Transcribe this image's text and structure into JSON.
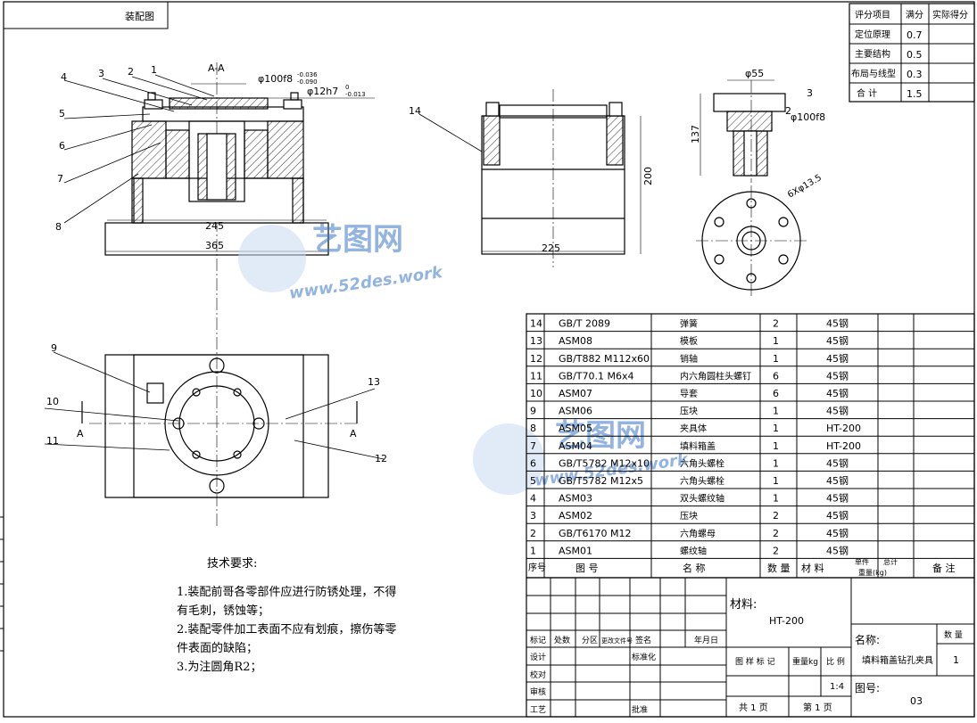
{
  "header": {
    "title": "装配图"
  },
  "score_table": {
    "headers": [
      "评分项目",
      "满分",
      "实际得分"
    ],
    "rows": [
      {
        "item": "定位原理",
        "full": "0.7",
        "actual": ""
      },
      {
        "item": "主要结构",
        "full": "0.5",
        "actual": ""
      },
      {
        "item": "布局与线型",
        "full": "0.3",
        "actual": ""
      },
      {
        "item": "合    计",
        "full": "1.5",
        "actual": ""
      }
    ]
  },
  "view_labels": {
    "section_aa": "A-A",
    "a_left": "A",
    "a_right": "A"
  },
  "dimensions": {
    "d100f8": "φ100f8",
    "d100f8_upper": "-0.036",
    "d100f8_lower": "-0.090",
    "d12h7": "φ12h7",
    "d12h7_upper": "0",
    "d12h7_lower": "-0.013",
    "w245": "245",
    "w365": "365",
    "w225": "225",
    "h200": "200",
    "d55": "φ55",
    "h137": "137",
    "n3": "3",
    "n2": "2",
    "side_d100f8": "φ100f8",
    "holes": "6Xφ13.5"
  },
  "balloons": [
    "1",
    "2",
    "3",
    "4",
    "5",
    "6",
    "7",
    "8",
    "9",
    "10",
    "11",
    "12",
    "13",
    "14"
  ],
  "watermark": {
    "brand": "艺图网",
    "url": "www.52des.work"
  },
  "tech_req": {
    "title": "技术要求:",
    "lines": [
      "1.装配前哥各零部件应进行防锈处理，不得",
      "有毛刺，锈蚀等；",
      "2.装配零件加工表面不应有划痕，擦伤等零",
      "件表面的缺陷；",
      "3.为注圆角R2；"
    ]
  },
  "bom": {
    "rows": [
      {
        "no": "14",
        "code": "GB/T 2089",
        "name": "弹簧",
        "qty": "2",
        "mat": "45钢"
      },
      {
        "no": "13",
        "code": "ASM08",
        "name": "模板",
        "qty": "1",
        "mat": "45钢"
      },
      {
        "no": "12",
        "code": "GB/T882  M112x60",
        "name": "销轴",
        "qty": "1",
        "mat": "45钢"
      },
      {
        "no": "11",
        "code": "GB/T70.1  M6x4",
        "name": "内六角圆柱头螺钉",
        "qty": "6",
        "mat": "45钢"
      },
      {
        "no": "10",
        "code": "ASM07",
        "name": "导套",
        "qty": "6",
        "mat": "45钢"
      },
      {
        "no": "9",
        "code": "ASM06",
        "name": "压块",
        "qty": "1",
        "mat": "45钢"
      },
      {
        "no": "8",
        "code": "ASM05",
        "name": "夹具体",
        "qty": "1",
        "mat": "HT-200"
      },
      {
        "no": "7",
        "code": "ASM04",
        "name": "填料箱盖",
        "qty": "1",
        "mat": "HT-200"
      },
      {
        "no": "6",
        "code": "GB/T5782  M12x10",
        "name": "六角头螺栓",
        "qty": "1",
        "mat": "45钢"
      },
      {
        "no": "5",
        "code": "GB/T5782  M12x5",
        "name": "六角头螺栓",
        "qty": "1",
        "mat": "45钢"
      },
      {
        "no": "4",
        "code": "ASM03",
        "name": "双头螺纹轴",
        "qty": "1",
        "mat": "45钢"
      },
      {
        "no": "3",
        "code": "ASM02",
        "name": "压块",
        "qty": "2",
        "mat": "45钢"
      },
      {
        "no": "2",
        "code": "GB/T6170  M12",
        "name": "六角螺母",
        "qty": "2",
        "mat": "45钢"
      },
      {
        "no": "1",
        "code": "ASM01",
        "name": "螺纹轴",
        "qty": "2",
        "mat": "45钢"
      }
    ],
    "headers": {
      "no": "序号",
      "code": "图    号",
      "name": "名    称",
      "qty": "数 量",
      "mat": "材 料",
      "single": "单件",
      "total": "总计",
      "weight": "重量(kg)",
      "remark": "备 注"
    }
  },
  "title_block": {
    "material_label": "材料:",
    "material": "HT-200",
    "labels_row": [
      "标记",
      "处数",
      "分区",
      "更改文件号",
      "签名",
      "年月日"
    ],
    "design": "设计",
    "standard": "标准化",
    "check": "校对",
    "review": "审核",
    "process": "工艺",
    "approve": "批准",
    "stage": "图 样 标 记",
    "weight": "重量kg",
    "scale_label": "比 例",
    "scale": "1:4",
    "pages_total": "共 1  页",
    "page": "第 1  页",
    "name_label": "名称:",
    "name_value": "填料箱盖钻孔夹具",
    "qty_label": "数 量",
    "qty_value": "1",
    "drawing_no_label": "图号:",
    "drawing_no": "03"
  },
  "colors": {
    "line": "#000000",
    "watermark": "#3b78c8",
    "hatch": "#000000"
  }
}
